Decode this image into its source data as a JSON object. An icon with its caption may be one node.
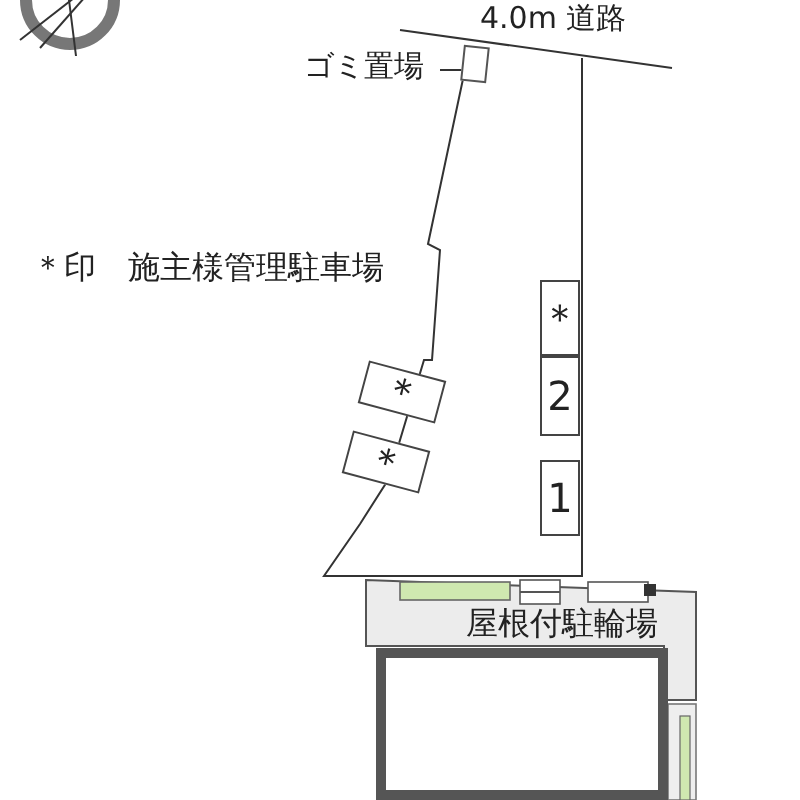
{
  "diagram": {
    "nodes": [
      {
        "text": [
          "ゴミ置場"
        ]
      },
      {
        "text": [],
        "shape": "box"
      },
      {
        "text": [
          "＊"
        ]
      },
      {
        "text": [
          "2"
        ]
      },
      {
        "text": [
          "1"
        ]
      },
      {
        "text": [
          "＊"
        ]
      },
      {
        "text": [
          "＊"
        ]
      },
      {
        "text": [],
        "shape": "box"
      }
    ],
    "edges": [
      {
        "from": 0,
        "to": 1,
        "arrow": "none"
      }
    ],
    "labels": [
      "4.0m 道路",
      "＊印　施主様管理駐車場",
      "屋根付駐輪場"
    ]
  }
}
